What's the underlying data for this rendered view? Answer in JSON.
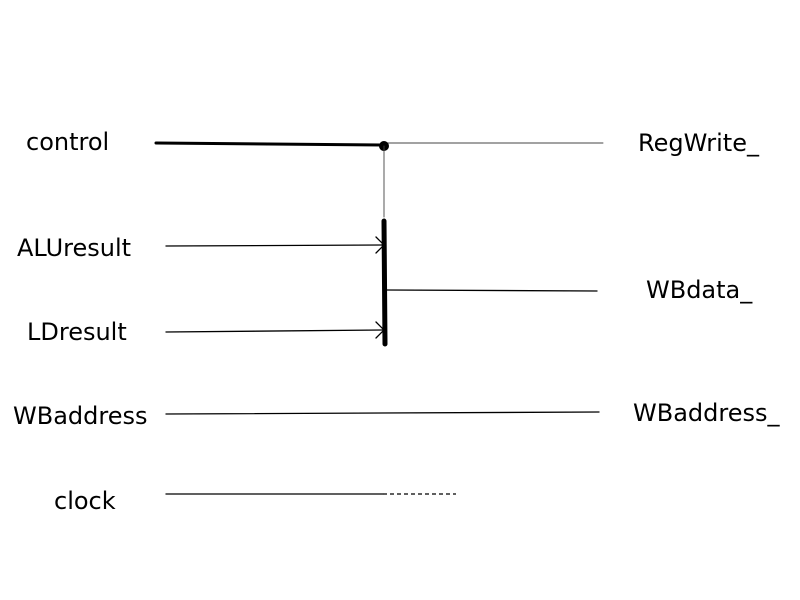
{
  "inputs": {
    "control": "control",
    "alu_result": "ALUresult",
    "ld_result": "LDresult",
    "wb_address": "WBaddress",
    "clock": "clock"
  },
  "outputs": {
    "reg_write": "RegWrite_",
    "wb_data": "WBdata_",
    "wb_address": "WBaddress_"
  },
  "colors": {
    "ink": "#000000",
    "background": "#ffffff"
  }
}
